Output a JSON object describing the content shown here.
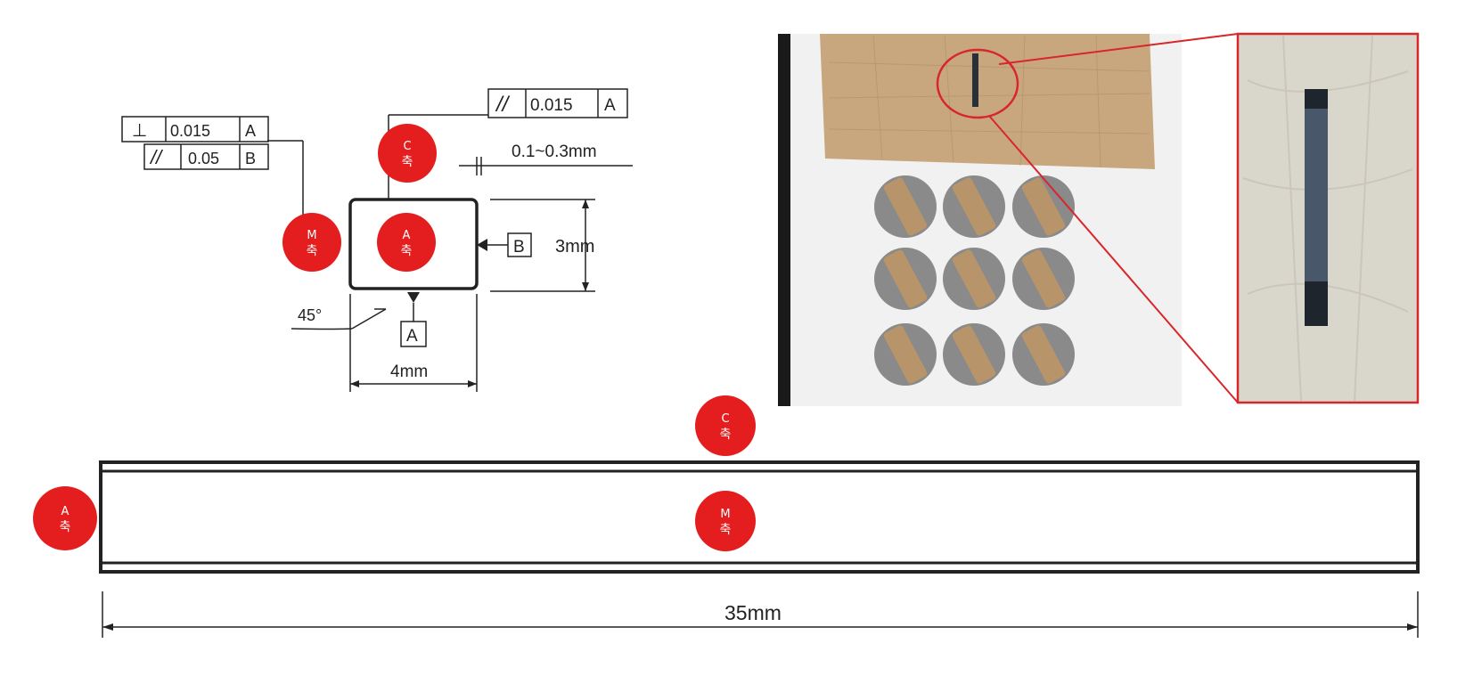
{
  "axis_markers": {
    "a": {
      "letter": "A",
      "suffix": "축"
    },
    "c": {
      "letter": "C",
      "suffix": "축"
    },
    "m": {
      "letter": "M",
      "suffix": "축"
    }
  },
  "gdt": {
    "top_frame": {
      "symbol": "//",
      "tolerance": "0.015",
      "datum": "A"
    },
    "left_frame_1": {
      "symbol": "⊥",
      "tolerance": "0.015",
      "datum": "A"
    },
    "left_frame_2": {
      "symbol": "//",
      "tolerance": "0.05",
      "datum": "B"
    }
  },
  "dimensions": {
    "chamfer": "0.1~0.3mm",
    "height": "3mm",
    "width": "4mm",
    "angle": "45°",
    "length": "35mm"
  },
  "datums": {
    "a": "A",
    "b": "B"
  },
  "colors": {
    "marker_red": "#e41e1e",
    "photo_frame_red": "#d8262a",
    "foam_white": "#f1f1f1",
    "tape_tan": "#c9a77e",
    "sample_dark": "#2b3038"
  }
}
